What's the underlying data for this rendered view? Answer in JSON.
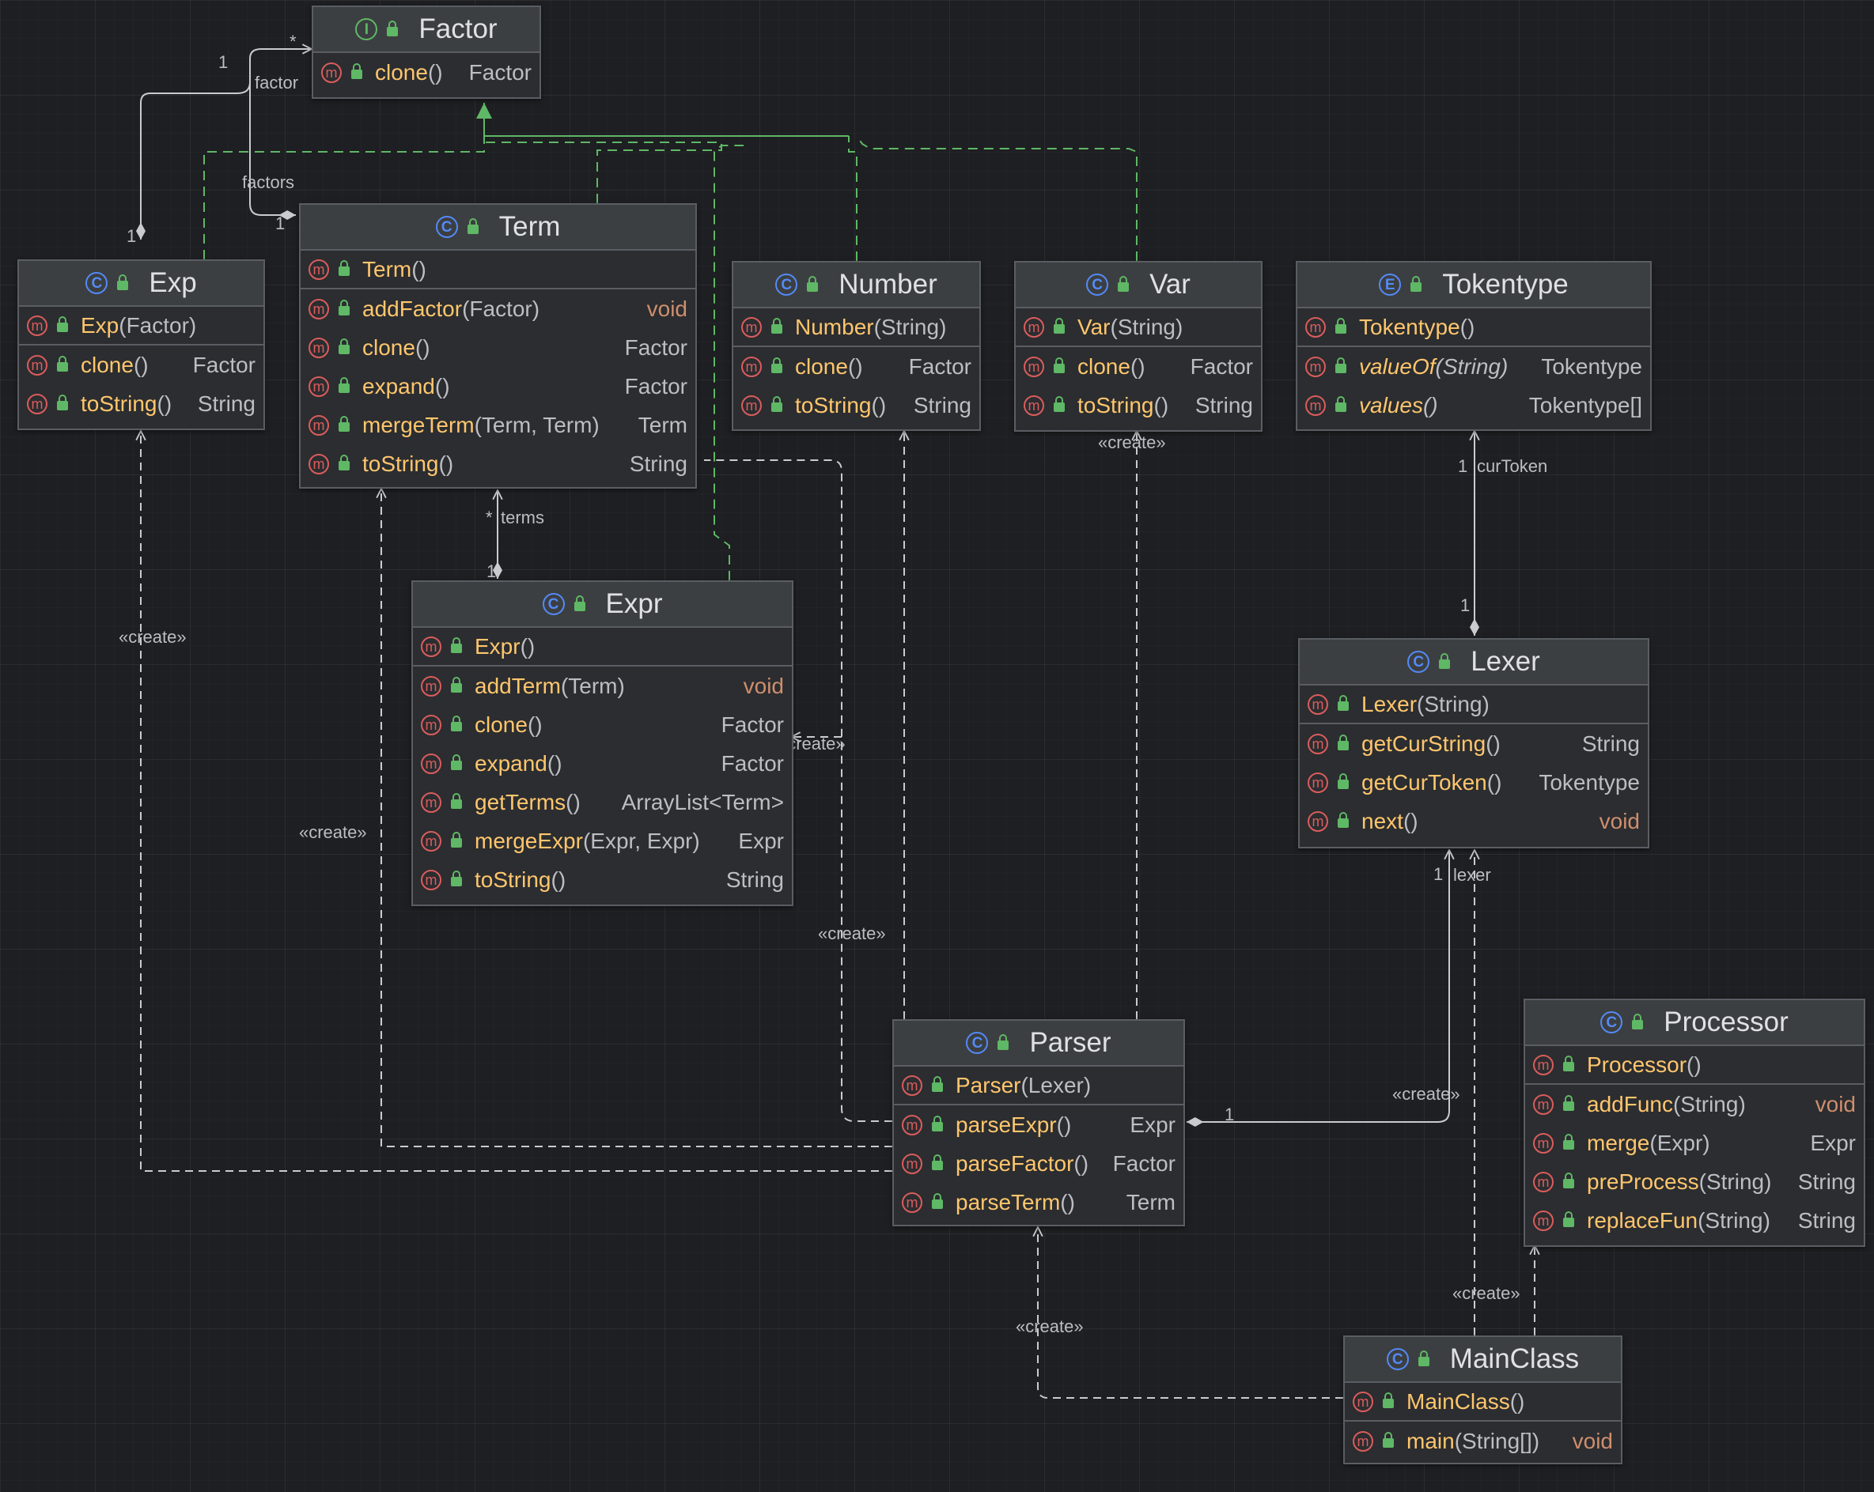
{
  "classes": {
    "factor": {
      "kind": "interface",
      "kind_glyph": "I",
      "name": "Factor",
      "ctors": [],
      "methods": [
        {
          "name": "clone",
          "params": "()",
          "ret": "Factor"
        }
      ]
    },
    "exp": {
      "kind": "class",
      "kind_glyph": "C",
      "name": "Exp",
      "ctors": [
        {
          "name": "Exp",
          "params": "(Factor)"
        }
      ],
      "methods": [
        {
          "name": "clone",
          "params": "()",
          "ret": "Factor"
        },
        {
          "name": "toString",
          "params": "()",
          "ret": "String"
        }
      ]
    },
    "term": {
      "kind": "class",
      "kind_glyph": "C",
      "name": "Term",
      "ctors": [
        {
          "name": "Term",
          "params": "()"
        }
      ],
      "methods": [
        {
          "name": "addFactor",
          "params": "(Factor)",
          "ret": "void"
        },
        {
          "name": "clone",
          "params": "()",
          "ret": "Factor"
        },
        {
          "name": "expand",
          "params": "()",
          "ret": "Factor"
        },
        {
          "name": "mergeTerm",
          "params": "(Term, Term)",
          "ret": "Term"
        },
        {
          "name": "toString",
          "params": "()",
          "ret": "String"
        }
      ]
    },
    "number": {
      "kind": "class",
      "kind_glyph": "C",
      "name": "Number",
      "ctors": [
        {
          "name": "Number",
          "params": "(String)"
        }
      ],
      "methods": [
        {
          "name": "clone",
          "params": "()",
          "ret": "Factor"
        },
        {
          "name": "toString",
          "params": "()",
          "ret": "String"
        }
      ]
    },
    "var": {
      "kind": "class",
      "kind_glyph": "C",
      "name": "Var",
      "ctors": [
        {
          "name": "Var",
          "params": "(String)"
        }
      ],
      "methods": [
        {
          "name": "clone",
          "params": "()",
          "ret": "Factor"
        },
        {
          "name": "toString",
          "params": "()",
          "ret": "String"
        }
      ]
    },
    "tokentype": {
      "kind": "enum",
      "kind_glyph": "E",
      "name": "Tokentype",
      "ctors": [
        {
          "name": "Tokentype",
          "params": "()"
        }
      ],
      "methods": [
        {
          "name": "valueOf",
          "params": "(String)",
          "ret": "Tokentype",
          "static": true
        },
        {
          "name": "values",
          "params": "()",
          "ret": "Tokentype[]",
          "static": true
        }
      ]
    },
    "expr": {
      "kind": "class",
      "kind_glyph": "C",
      "name": "Expr",
      "ctors": [
        {
          "name": "Expr",
          "params": "()"
        }
      ],
      "methods": [
        {
          "name": "addTerm",
          "params": "(Term)",
          "ret": "void"
        },
        {
          "name": "clone",
          "params": "()",
          "ret": "Factor"
        },
        {
          "name": "expand",
          "params": "()",
          "ret": "Factor"
        },
        {
          "name": "getTerms",
          "params": "()",
          "ret": "ArrayList<Term>"
        },
        {
          "name": "mergeExpr",
          "params": "(Expr, Expr)",
          "ret": "Expr"
        },
        {
          "name": "toString",
          "params": "()",
          "ret": "String"
        }
      ]
    },
    "lexer": {
      "kind": "class",
      "kind_glyph": "C",
      "name": "Lexer",
      "ctors": [
        {
          "name": "Lexer",
          "params": "(String)"
        }
      ],
      "methods": [
        {
          "name": "getCurString",
          "params": "()",
          "ret": "String"
        },
        {
          "name": "getCurToken",
          "params": "()",
          "ret": "Tokentype"
        },
        {
          "name": "next",
          "params": "()",
          "ret": "void"
        }
      ]
    },
    "parser": {
      "kind": "class",
      "kind_glyph": "C",
      "name": "Parser",
      "ctors": [
        {
          "name": "Parser",
          "params": "(Lexer)"
        }
      ],
      "methods": [
        {
          "name": "parseExpr",
          "params": "()",
          "ret": "Expr"
        },
        {
          "name": "parseFactor",
          "params": "()",
          "ret": "Factor"
        },
        {
          "name": "parseTerm",
          "params": "()",
          "ret": "Term"
        }
      ]
    },
    "processor": {
      "kind": "class",
      "kind_glyph": "C",
      "name": "Processor",
      "ctors": [
        {
          "name": "Processor",
          "params": "()"
        }
      ],
      "methods": [
        {
          "name": "addFunc",
          "params": "(String)",
          "ret": "void"
        },
        {
          "name": "merge",
          "params": "(Expr)",
          "ret": "Expr"
        },
        {
          "name": "preProcess",
          "params": "(String)",
          "ret": "String"
        },
        {
          "name": "replaceFun",
          "params": "(String)",
          "ret": "String"
        }
      ]
    },
    "mainclass": {
      "kind": "class",
      "kind_glyph": "C",
      "name": "MainClass",
      "ctors": [
        {
          "name": "MainClass",
          "params": "()"
        }
      ],
      "methods": [
        {
          "name": "main",
          "params": "(String[])",
          "ret": "void"
        }
      ]
    }
  },
  "icons": {
    "method_glyph": "m"
  },
  "labels": {
    "factor_role": "factor",
    "factors_role": "factors",
    "terms_role": "terms",
    "curtoken_role": "curToken",
    "lexer_role": "lexer",
    "create": "«create»",
    "one": "1",
    "many": "*"
  },
  "colors": {
    "background": "#1e1f22",
    "box": "#2b2d30",
    "header": "#3c3f41",
    "border": "#5a5d63",
    "method_name": "#ffc66d",
    "void": "#cf8e6d",
    "realization": "#5fb865",
    "class_icon": "#548af7",
    "method_icon": "#db5c5c",
    "edge": "#c9cbcf"
  }
}
